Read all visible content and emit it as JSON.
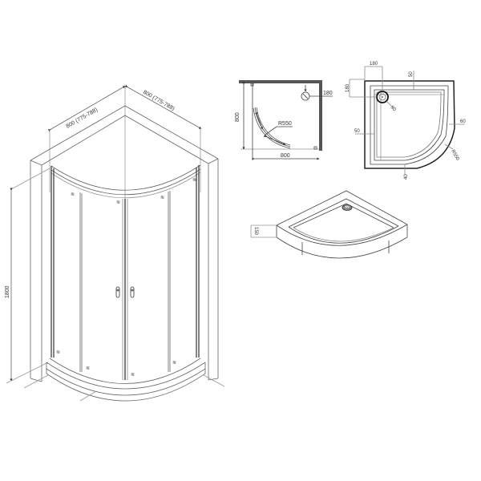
{
  "drawing": {
    "title": "Quarter-round shower enclosure technical drawing",
    "colors": {
      "line": "#555555",
      "dark_line": "#222222",
      "light_line": "#999999",
      "wall_fill": "#555555",
      "background": "#ffffff"
    }
  },
  "enclosure_view": {
    "width_left_label": "800 (775-788)",
    "width_right_label": "800 (775-788)",
    "height_label": "1800"
  },
  "plan_view": {
    "depth_label": "800",
    "width_label": "800",
    "radius_label": "R550",
    "drain_offset_label": "180"
  },
  "tray_plan_view": {
    "drain_x_label": "180",
    "drain_y_label": "180",
    "top_rim_label": "50",
    "left_rim_label": "50",
    "right_rim_label": "60",
    "bottom_rim_label": "40",
    "radius_label": "R550",
    "drain_diameter_label": "90"
  },
  "tray_3d_view": {
    "height_label": "150"
  }
}
